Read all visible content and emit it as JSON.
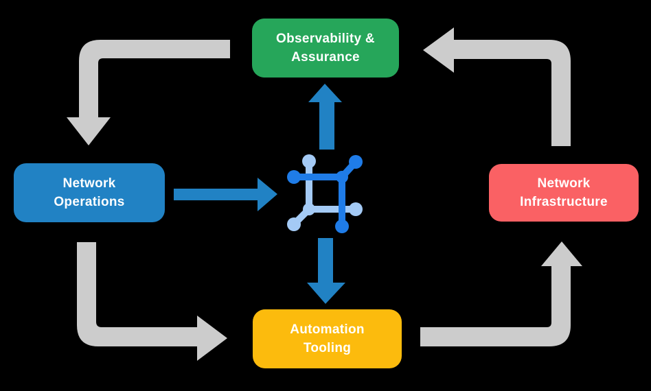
{
  "diagram": {
    "background_color": "#000000",
    "nodes": {
      "observability": {
        "line1": "Observability &",
        "line2": "Assurance",
        "color": "#26A65A",
        "text_color": "#FFFFFF"
      },
      "operations": {
        "line1": "Network",
        "line2": "Operations",
        "color": "#2182C4",
        "text_color": "#FFFFFF"
      },
      "infrastructure": {
        "line1": "Network",
        "line2": "Infrastructure",
        "color": "#FA6164",
        "text_color": "#FFFFFF"
      },
      "automation": {
        "line1": "Automation",
        "line2": "Tooling",
        "color": "#FCBB0D",
        "text_color": "#FFFFFF"
      }
    },
    "center_icon": {
      "name": "network-topology-icon",
      "dark_blue": "#1F7CE8",
      "light_blue": "#A4CAF5"
    },
    "arrows": {
      "gray_color": "#CCCCCC",
      "blue_color": "#2182C4",
      "outer_cycle": [
        {
          "from": "Observability & Assurance",
          "to": "Network Operations",
          "direction": "down"
        },
        {
          "from": "Network Operations",
          "to": "Automation Tooling",
          "direction": "right"
        },
        {
          "from": "Automation Tooling",
          "to": "Network Infrastructure",
          "direction": "up"
        },
        {
          "from": "Network Infrastructure",
          "to": "Observability & Assurance",
          "direction": "left"
        }
      ],
      "center_links": [
        {
          "from": "Network Operations",
          "to": "center icon",
          "direction": "right"
        },
        {
          "from": "center icon",
          "to": "Observability & Assurance",
          "direction": "up"
        },
        {
          "from": "center icon",
          "to": "Automation Tooling",
          "direction": "down"
        }
      ]
    }
  }
}
